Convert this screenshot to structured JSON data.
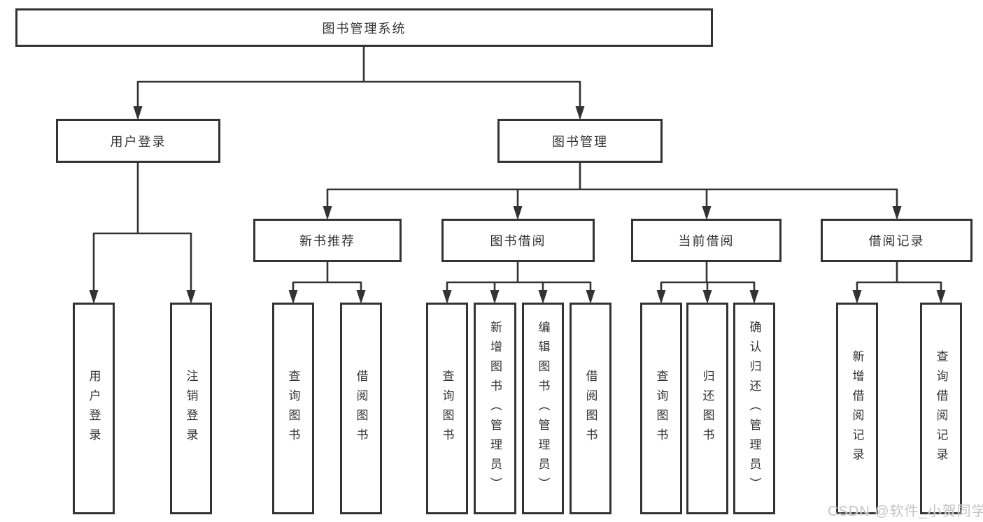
{
  "diagram": {
    "root": {
      "label": "图书管理系统"
    },
    "user_branch": {
      "label": "用户登录",
      "children": [
        {
          "label": "用户登录"
        },
        {
          "label": "注销登录"
        }
      ]
    },
    "book_branch": {
      "label": "图书管理",
      "sections": [
        {
          "label": "新书推荐",
          "children": [
            {
              "label": "查询图书"
            },
            {
              "label": "借阅图书"
            }
          ]
        },
        {
          "label": "图书借阅",
          "children": [
            {
              "label": "查询图书"
            },
            {
              "label": "新增图书（管理员）"
            },
            {
              "label": "编辑图书（管理员）"
            },
            {
              "label": "借阅图书"
            }
          ]
        },
        {
          "label": "当前借阅",
          "children": [
            {
              "label": "查询图书"
            },
            {
              "label": "归还图书"
            },
            {
              "label": "确认归还（管理员）"
            }
          ]
        },
        {
          "label": "借阅记录",
          "children": [
            {
              "label": "新增借阅记录"
            },
            {
              "label": "查询借阅记录"
            }
          ]
        }
      ]
    }
  },
  "watermark": {
    "text": "CSDN @软件_小贺同学"
  },
  "colors": {
    "border": "#333333",
    "text": "#333333",
    "watermark": "#c4c4c4",
    "background": "#ffffff"
  }
}
